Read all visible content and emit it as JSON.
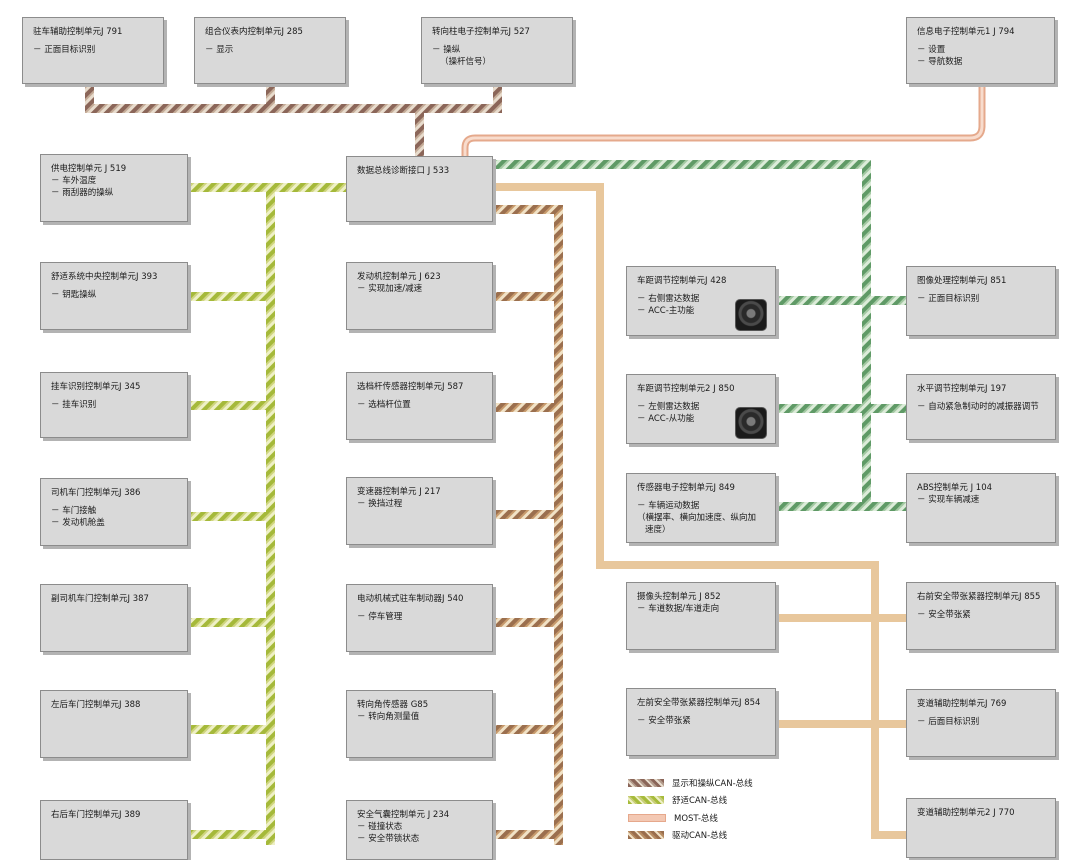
{
  "units": {
    "j791": {
      "title": "驻车辅助控制单元J 791",
      "lines": [
        "－ 正面目标识别"
      ]
    },
    "j285": {
      "title": "组合仪表内控制单元J 285",
      "lines": [
        "－ 显示"
      ]
    },
    "j527": {
      "title": "转向柱电子控制单元J 527",
      "lines": [
        "－ 操纵",
        "（操杆信号）"
      ]
    },
    "j794": {
      "title": "信息电子控制单元1 J 794",
      "lines": [
        "－ 设置",
        "－ 导航数据"
      ]
    },
    "j519": {
      "title": "供电控制单元 J 519",
      "lines": [
        "－ 车外温度",
        "－ 雨刮器的操纵"
      ]
    },
    "j533": {
      "title": "数据总线诊断接口 J 533",
      "lines": []
    },
    "j393": {
      "title": "舒适系统中央控制单元J 393",
      "lines": [
        "－ 钥匙操纵"
      ]
    },
    "j623": {
      "title": "发动机控制单元 J 623",
      "lines": [
        "－ 实现加速/减速"
      ]
    },
    "j428": {
      "title": "车距调节控制单元J 428",
      "lines": [
        "－ 右侧雷达数据",
        "－ ACC-主功能"
      ]
    },
    "j851": {
      "title": "图像处理控制单元J 851",
      "lines": [
        "－ 正面目标识别"
      ]
    },
    "j345": {
      "title": "挂车识别控制单元J 345",
      "lines": [
        "－ 挂车识别"
      ]
    },
    "j587": {
      "title": "选档杆传感器控制单元J 587",
      "lines": [
        "－ 选档杆位置"
      ]
    },
    "j850": {
      "title": "车距调节控制单元2 J 850",
      "lines": [
        "－ 左侧雷达数据",
        "－ ACC-从功能"
      ]
    },
    "j197": {
      "title": "水平调节控制单元J 197",
      "lines": [
        "－ 自动紧急制动时的减振器调节"
      ]
    },
    "j386": {
      "title": "司机车门控制单元J 386",
      "lines": [
        "－ 车门接触",
        "－ 发动机舱盖"
      ]
    },
    "j217": {
      "title": "变速器控制单元 J 217",
      "lines": [
        "－ 换挡过程"
      ]
    },
    "j849": {
      "title": "传感器电子控制单元J 849",
      "lines": [
        "－ 车辆运动数据",
        "（横摆率、横向加速度、纵向加",
        "速度）"
      ]
    },
    "j104": {
      "title": "ABS控制单元 J 104",
      "lines": [
        "－ 实现车辆减速"
      ]
    },
    "j387": {
      "title": "副司机车门控制单元J 387",
      "lines": []
    },
    "j540": {
      "title": "电动机械式驻车制动器J 540",
      "lines": [
        "－ 停车管理"
      ]
    },
    "j852": {
      "title": "摄像头控制单元 J 852",
      "lines": [
        "－ 车道数据/车道走向"
      ]
    },
    "j855": {
      "title": "右前安全带张紧器控制单元J 855",
      "lines": [
        "－ 安全带张紧"
      ]
    },
    "j388": {
      "title": "左后车门控制单元J 388",
      "lines": []
    },
    "g85": {
      "title": "转向角传感器 G85",
      "lines": [
        "－ 转向角测量值"
      ]
    },
    "j854": {
      "title": "左前安全带张紧器控制单元J 854",
      "lines": [
        "－ 安全带张紧"
      ]
    },
    "j769": {
      "title": "变道辅助控制单元J 769",
      "lines": [
        "－ 后面目标识别"
      ]
    },
    "j389": {
      "title": "右后车门控制单元J 389",
      "lines": []
    },
    "j234": {
      "title": "安全气囊控制单元 J 234",
      "lines": [
        "－ 碰撞状态",
        "－ 安全带锁状态"
      ]
    },
    "j770": {
      "title": "变道辅助控制单元2 J 770",
      "lines": []
    }
  },
  "legend": {
    "display": "显示和操纵CAN-总线",
    "comfort": "舒适CAN-总线",
    "most": "MOST-总线",
    "drive": "驱动CAN-总线"
  }
}
